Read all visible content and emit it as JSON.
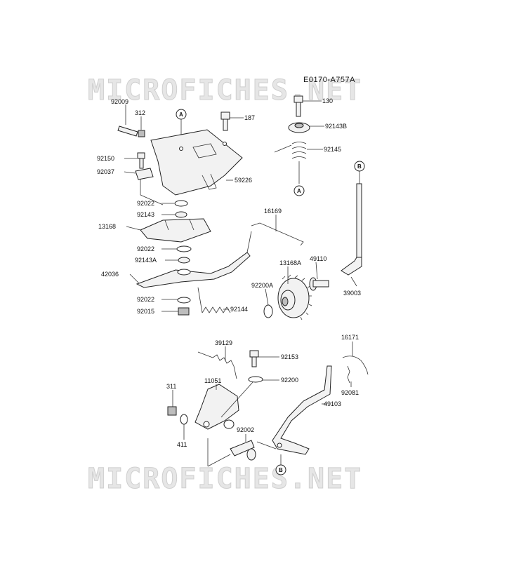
{
  "diagram_code": "E0170-A757A",
  "watermark": "MICROFICHES.NET",
  "callouts": [
    "A",
    "B"
  ],
  "parts": [
    {
      "id": "p130",
      "label": "130"
    },
    {
      "id": "p92143B",
      "label": "92143B"
    },
    {
      "id": "p92145",
      "label": "92145"
    },
    {
      "id": "p92009",
      "label": "92009"
    },
    {
      "id": "p312",
      "label": "312"
    },
    {
      "id": "p187",
      "label": "187"
    },
    {
      "id": "p92150",
      "label": "92150"
    },
    {
      "id": "p92037",
      "label": "92037"
    },
    {
      "id": "p59226",
      "label": "59226"
    },
    {
      "id": "p92022a",
      "label": "92022"
    },
    {
      "id": "p92143",
      "label": "92143"
    },
    {
      "id": "p13168",
      "label": "13168"
    },
    {
      "id": "p16169",
      "label": "16169"
    },
    {
      "id": "p92022b",
      "label": "92022"
    },
    {
      "id": "p92143A",
      "label": "92143A"
    },
    {
      "id": "p13168A",
      "label": "13168A"
    },
    {
      "id": "p49110",
      "label": "49110"
    },
    {
      "id": "p42036",
      "label": "42036"
    },
    {
      "id": "p92200A",
      "label": "92200A"
    },
    {
      "id": "p39003",
      "label": "39003"
    },
    {
      "id": "p92022c",
      "label": "92022"
    },
    {
      "id": "p92015",
      "label": "92015"
    },
    {
      "id": "p92144",
      "label": "92144"
    },
    {
      "id": "p39129",
      "label": "39129"
    },
    {
      "id": "p92153",
      "label": "92153"
    },
    {
      "id": "p16171",
      "label": "16171"
    },
    {
      "id": "p11051",
      "label": "11051"
    },
    {
      "id": "p92200",
      "label": "92200"
    },
    {
      "id": "p311",
      "label": "311"
    },
    {
      "id": "p92081",
      "label": "92081"
    },
    {
      "id": "p49103",
      "label": "49103"
    },
    {
      "id": "p92002",
      "label": "92002"
    },
    {
      "id": "p411",
      "label": "411"
    }
  ]
}
